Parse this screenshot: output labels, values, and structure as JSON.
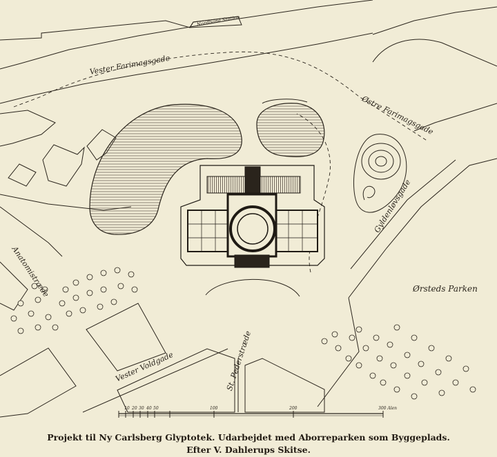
{
  "labels": {
    "nordbane_station": "Nordbane Station",
    "vester_farimagsgade": "Vester Farimagsgade",
    "ostre_farimagsgade": "Østre Farimagsgade",
    "gyldenlovesgade": "Gyldenløvsgade",
    "orsteds_parken": "Ørsteds Parken",
    "anatomistraede": "Anatomistræde",
    "vester_voldgade": "Vester Voldgade",
    "st_peders_straede": "St. Pederstræde"
  },
  "scale": {
    "ticks": [
      "10",
      "20",
      "30",
      "40",
      "50",
      "100",
      "200",
      "300 Alen"
    ]
  },
  "caption": {
    "line1": "Projekt til Ny Carlsberg Glyptotek. Udarbejdet med Aborreparken som Byggeplads.",
    "line2": "Efter V. Dahlerups Skitse."
  },
  "colors": {
    "paper": "#f1ecd6",
    "ink": "#2a241c"
  }
}
